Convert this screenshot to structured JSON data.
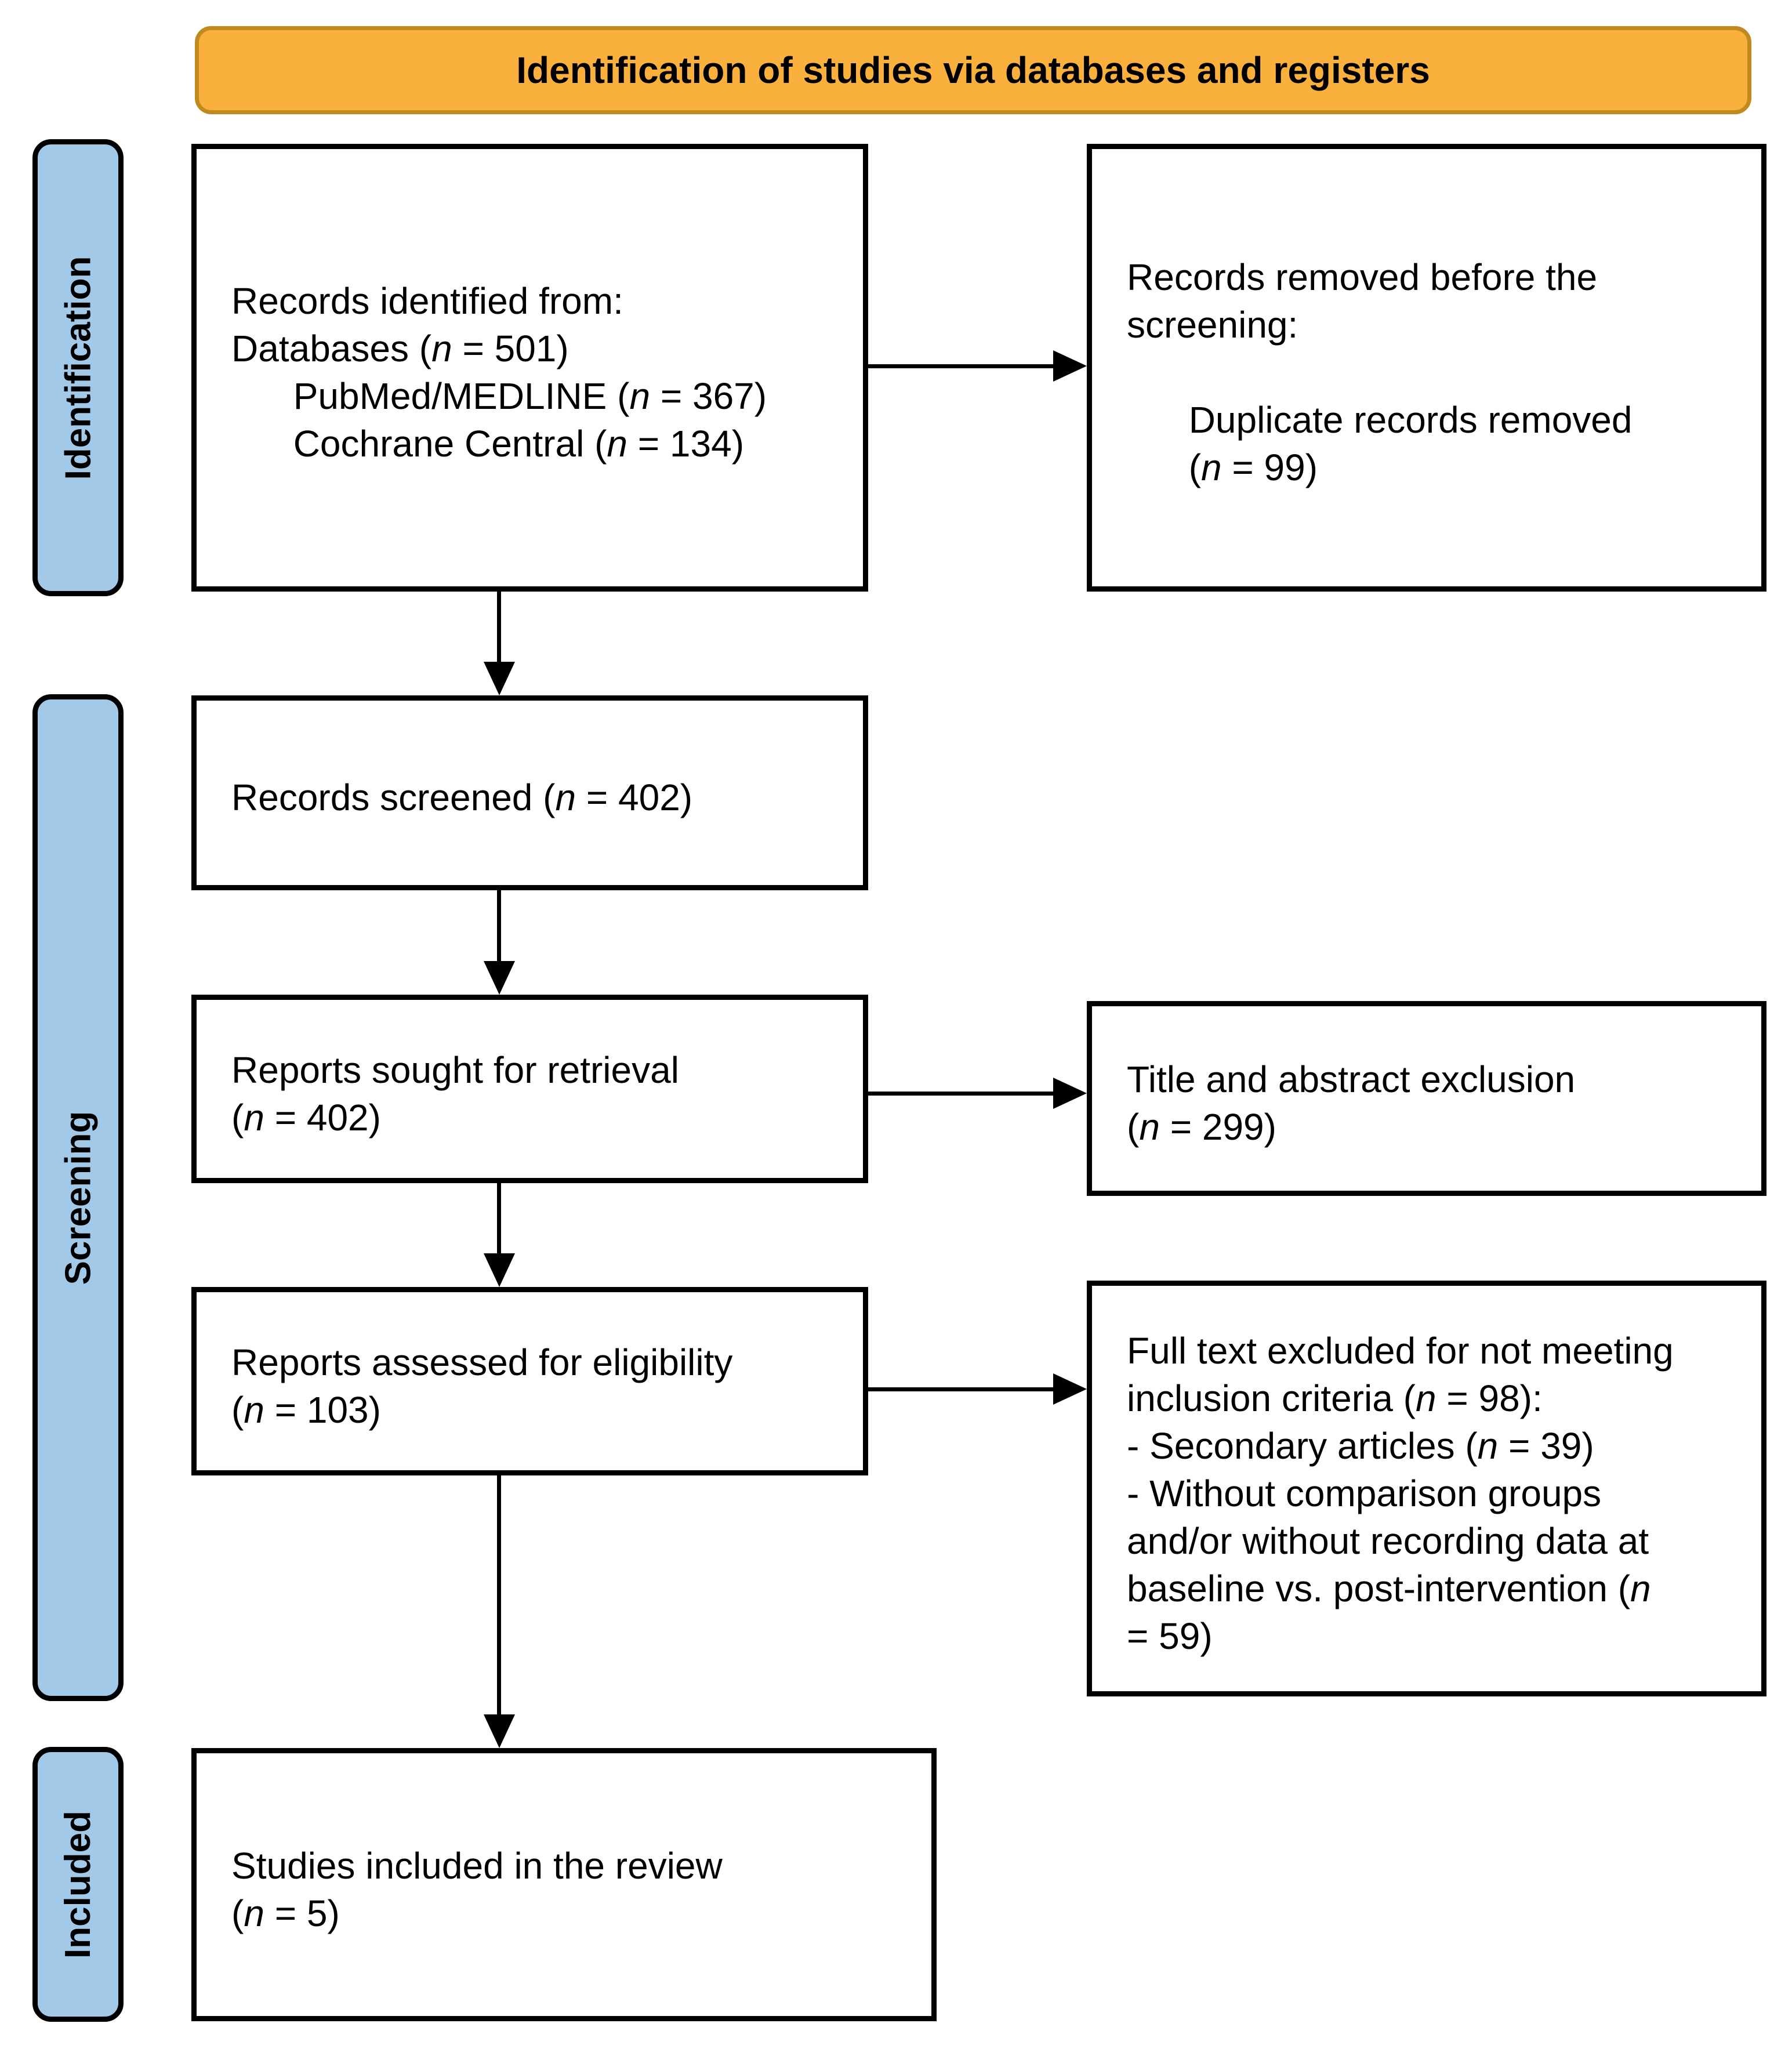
{
  "banner": {
    "title": "Identification of studies via databases and registers"
  },
  "stages": {
    "identification": "Identification",
    "screening": "Screening",
    "included": "Included"
  },
  "boxes": {
    "records_identified": {
      "lines": [
        "Records identified from:",
        "Databases (n = 501)",
        "      PubMed/MEDLINE (n = 367)",
        "      Cochrane Central (n = 134)"
      ]
    },
    "records_removed": {
      "lines": [
        "Records removed before the",
        "screening:",
        "",
        "      Duplicate records removed",
        "      (n = 99)"
      ]
    },
    "records_screened": {
      "lines": [
        "Records screened (n = 402)"
      ]
    },
    "reports_sought": {
      "lines": [
        "Reports sought for retrieval",
        "(n = 402)"
      ]
    },
    "title_abstract_exclusion": {
      "lines": [
        "Title and abstract exclusion",
        "(n = 299)"
      ]
    },
    "reports_assessed": {
      "lines": [
        "Reports assessed for eligibility",
        "(n = 103)"
      ]
    },
    "fulltext_excluded": {
      "lines": [
        "Full text excluded for not meeting",
        "inclusion criteria (n = 98):",
        "- Secondary articles (n = 39)",
        "- Without comparison groups",
        "and/or without recording data at",
        "baseline vs. post-intervention (n",
        "= 59)"
      ]
    },
    "studies_included": {
      "lines": [
        "Studies included in the review",
        "(n = 5)"
      ]
    }
  },
  "colors": {
    "banner_fill": "#F9B03C",
    "banner_border": "#C08A1E",
    "stage_fill": "#A3C9E9",
    "line_color": "#000000"
  }
}
